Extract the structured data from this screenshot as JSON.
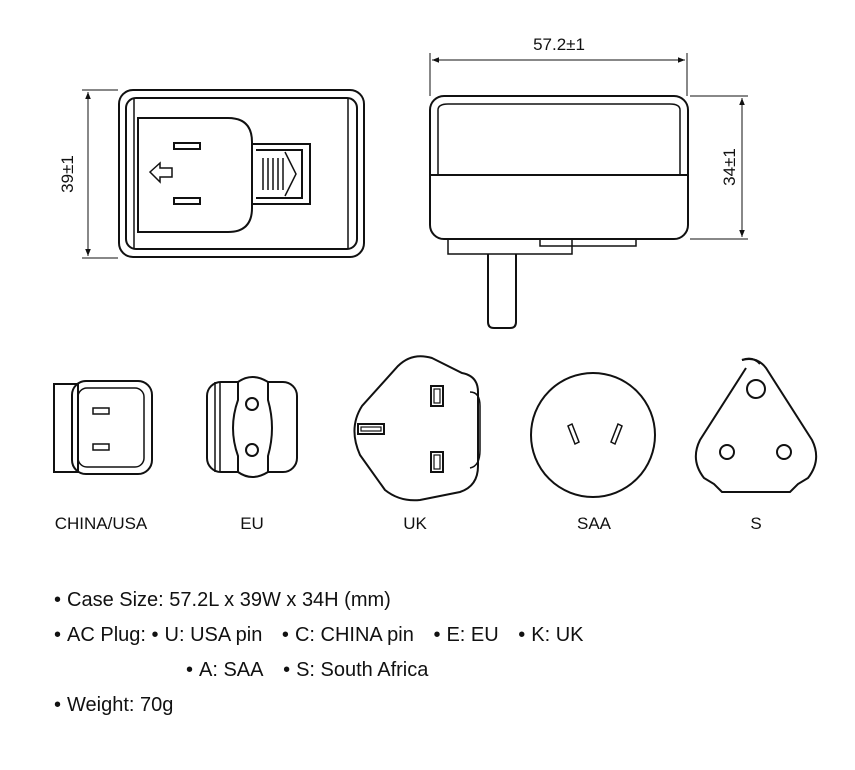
{
  "dimensions": {
    "length": "57.2±1",
    "width": "39±1",
    "height": "34±1"
  },
  "plugs": [
    {
      "id": "china-usa",
      "label": "CHINA/USA"
    },
    {
      "id": "eu",
      "label": "EU"
    },
    {
      "id": "uk",
      "label": "UK"
    },
    {
      "id": "saa",
      "label": "SAA"
    },
    {
      "id": "s",
      "label": "S"
    }
  ],
  "specs": {
    "case_size": "Case Size: 57.2L x 39W x 34H (mm)",
    "ac_plug_label": "AC Plug:",
    "ac_plug_options": [
      "U: USA pin",
      "C: CHINA pin",
      "E: EU",
      "K: UK"
    ],
    "ac_plug_options_2": [
      "A: SAA",
      "S: South Africa"
    ],
    "weight": "Weight: 70g"
  },
  "bullet": "•"
}
